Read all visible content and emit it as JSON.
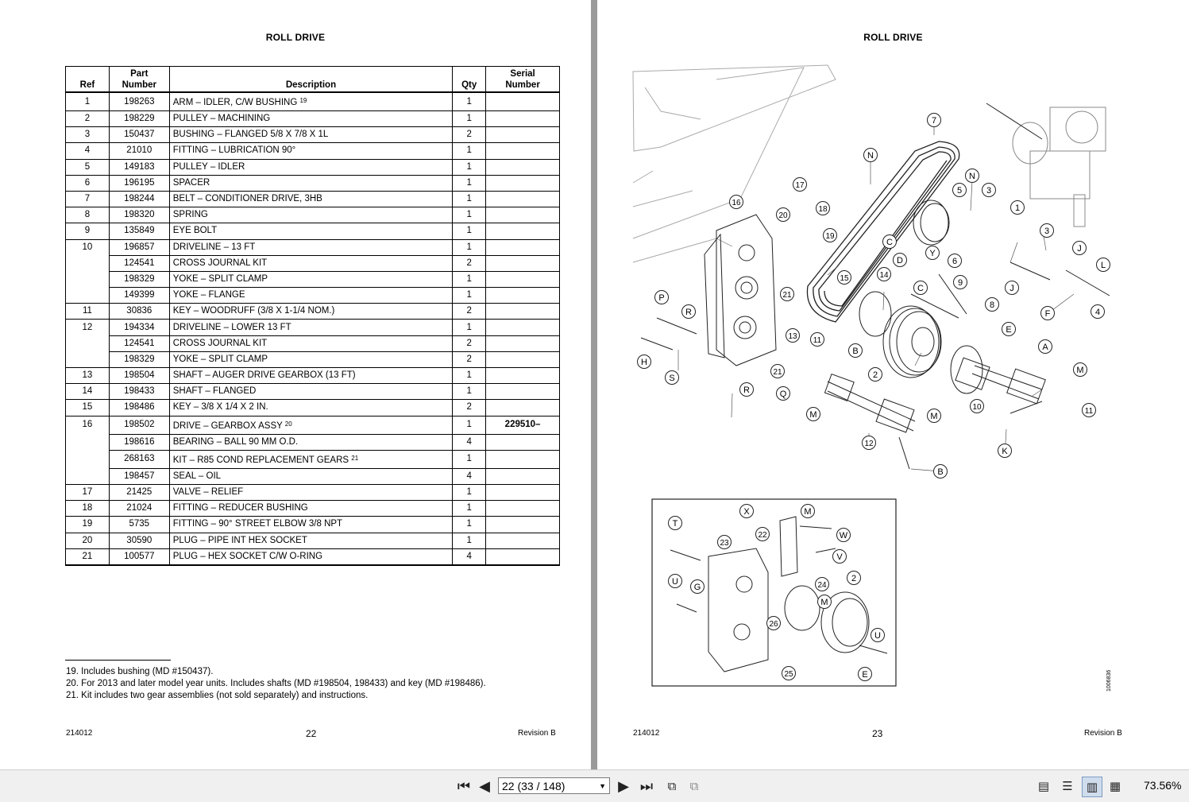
{
  "left_page": {
    "title": "ROLL DRIVE",
    "headers": {
      "ref": "Ref",
      "part_line1": "Part",
      "part_line2": "Number",
      "description": "Description",
      "qty": "Qty",
      "serial_line1": "Serial",
      "serial_line2": "Number"
    },
    "rows": [
      {
        "ref": "1",
        "part": "198263",
        "desc": "ARM – IDLER, C/W BUSHING ",
        "note": "19",
        "qty": "1",
        "serial": ""
      },
      {
        "ref": "2",
        "part": "198229",
        "desc": "PULLEY – MACHINING",
        "note": "",
        "qty": "1",
        "serial": ""
      },
      {
        "ref": "3",
        "part": "150437",
        "desc": "BUSHING – FLANGED 5/8 X 7/8 X 1L",
        "note": "",
        "qty": "2",
        "serial": ""
      },
      {
        "ref": "4",
        "part": "21010",
        "desc": "FITTING – LUBRICATION 90°",
        "note": "",
        "qty": "1",
        "serial": ""
      },
      {
        "ref": "5",
        "part": "149183",
        "desc": "PULLEY – IDLER",
        "note": "",
        "qty": "1",
        "serial": ""
      },
      {
        "ref": "6",
        "part": "196195",
        "desc": "SPACER",
        "note": "",
        "qty": "1",
        "serial": ""
      },
      {
        "ref": "7",
        "part": "198244",
        "desc": "BELT – CONDITIONER DRIVE, 3HB",
        "note": "",
        "qty": "1",
        "serial": ""
      },
      {
        "ref": "8",
        "part": "198320",
        "desc": "SPRING",
        "note": "",
        "qty": "1",
        "serial": ""
      },
      {
        "ref": "9",
        "part": "135849",
        "desc": "EYE BOLT",
        "note": "",
        "qty": "1",
        "serial": ""
      },
      {
        "ref": "10",
        "part": "196857",
        "desc": "DRIVELINE – 13 FT",
        "note": "",
        "qty": "1",
        "serial": ""
      },
      {
        "ref": "",
        "part": "124541",
        "desc": "CROSS JOURNAL KIT",
        "note": "",
        "qty": "2",
        "serial": ""
      },
      {
        "ref": "",
        "part": "198329",
        "desc": "YOKE – SPLIT CLAMP",
        "note": "",
        "qty": "1",
        "serial": ""
      },
      {
        "ref": "",
        "part": "149399",
        "desc": "YOKE – FLANGE",
        "note": "",
        "qty": "1",
        "serial": ""
      },
      {
        "ref": "11",
        "part": "30836",
        "desc": "KEY – WOODRUFF (3/8 X 1-1/4 NOM.)",
        "note": "",
        "qty": "2",
        "serial": ""
      },
      {
        "ref": "12",
        "part": "194334",
        "desc": "DRIVELINE – LOWER 13 FT",
        "note": "",
        "qty": "1",
        "serial": ""
      },
      {
        "ref": "",
        "part": "124541",
        "desc": "CROSS JOURNAL KIT",
        "note": "",
        "qty": "2",
        "serial": ""
      },
      {
        "ref": "",
        "part": "198329",
        "desc": "YOKE – SPLIT CLAMP",
        "note": "",
        "qty": "2",
        "serial": ""
      },
      {
        "ref": "13",
        "part": "198504",
        "desc": "SHAFT – AUGER DRIVE GEARBOX (13 FT)",
        "note": "",
        "qty": "1",
        "serial": ""
      },
      {
        "ref": "14",
        "part": "198433",
        "desc": "SHAFT – FLANGED",
        "note": "",
        "qty": "1",
        "serial": ""
      },
      {
        "ref": "15",
        "part": "198486",
        "desc": "KEY – 3/8 X 1/4 X 2 IN.",
        "note": "",
        "qty": "2",
        "serial": ""
      },
      {
        "ref": "16",
        "part": "198502",
        "desc": "DRIVE – GEARBOX ASSY ",
        "note": "20",
        "qty": "1",
        "serial": "229510–"
      },
      {
        "ref": "",
        "part": "198616",
        "desc": "BEARING – BALL 90 MM O.D.",
        "note": "",
        "qty": "4",
        "serial": ""
      },
      {
        "ref": "",
        "part": "268163",
        "desc": "KIT – R85 COND REPLACEMENT GEARS ",
        "note": "21",
        "qty": "1",
        "serial": ""
      },
      {
        "ref": "",
        "part": "198457",
        "desc": "SEAL – OIL",
        "note": "",
        "qty": "4",
        "serial": ""
      },
      {
        "ref": "17",
        "part": "21425",
        "desc": "VALVE – RELIEF",
        "note": "",
        "qty": "1",
        "serial": ""
      },
      {
        "ref": "18",
        "part": "21024",
        "desc": "FITTING – REDUCER BUSHING",
        "note": "",
        "qty": "1",
        "serial": ""
      },
      {
        "ref": "19",
        "part": "5735",
        "desc": "FITTING – 90° STREET ELBOW 3/8 NPT",
        "note": "",
        "qty": "1",
        "serial": ""
      },
      {
        "ref": "20",
        "part": "30590",
        "desc": "PLUG – PIPE INT HEX SOCKET",
        "note": "",
        "qty": "1",
        "serial": ""
      },
      {
        "ref": "21",
        "part": "100577",
        "desc": "PLUG – HEX SOCKET C/W O-RING",
        "note": "",
        "qty": "4",
        "serial": ""
      }
    ],
    "footnotes": [
      "19. Includes bushing (MD #150437).",
      "20. For 2013 and later model year units. Includes shafts (MD #198504, 198433) and key (MD #198486).",
      "21. Kit includes two gear assemblies (not sold separately) and instructions."
    ],
    "doc_number": "214012",
    "page_number": "22",
    "revision": "Revision  B"
  },
  "right_page": {
    "title": "ROLL DRIVE",
    "figure_id": "1006836",
    "callouts_main": [
      "7",
      "N",
      "N",
      "5",
      "3",
      "1",
      "3",
      "J",
      "L",
      "4",
      "17",
      "18",
      "19",
      "20",
      "16",
      "C",
      "D",
      "Y",
      "6",
      "9",
      "J",
      "F",
      "14",
      "15",
      "P",
      "R",
      "21",
      "C",
      "8",
      "E",
      "A",
      "H",
      "S",
      "13",
      "11",
      "B",
      "2",
      "M",
      "R",
      "Q",
      "21",
      "M",
      "M",
      "12",
      "10",
      "11",
      "K",
      "B"
    ],
    "callouts_inset": [
      "X",
      "M",
      "T",
      "22",
      "W",
      "23",
      "V",
      "U",
      "G",
      "24",
      "2",
      "M",
      "26",
      "U",
      "25",
      "E"
    ],
    "doc_number": "214012",
    "page_number": "23",
    "revision": "Revision  B"
  },
  "toolbar": {
    "page_field": "22 (33 / 148)",
    "zoom": "73.56%",
    "icons": [
      "first-page-icon",
      "previous-page-icon",
      "next-page-icon",
      "last-page-icon",
      "fit-page-icon",
      "fit-width-icon",
      "single-page-icon",
      "continuous-icon",
      "facing-icon",
      "continuous-facing-icon"
    ]
  }
}
